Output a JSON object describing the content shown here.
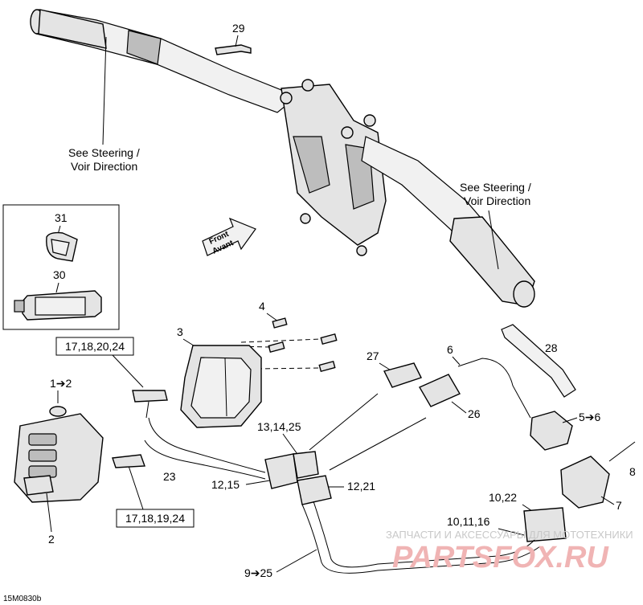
{
  "figure_code": "15M0830b",
  "notes": {
    "steering_left_line1": "See Steering /",
    "steering_left_line2": "Voir Direction",
    "steering_right_line1": "See Steering /",
    "steering_right_line2": "Voir Direction",
    "front_line1": "Front",
    "front_line2": "Avant"
  },
  "callouts": {
    "c29": "29",
    "c31": "31",
    "c30": "30",
    "c4": "4",
    "c3": "3",
    "c28": "28",
    "c6": "6",
    "c27": "27",
    "c26": "26",
    "c1": "1➔2",
    "c2": "2",
    "c13": "13,14,25",
    "c5": "5➔6",
    "c8": "8",
    "c7": "7",
    "c23": "23",
    "c12a": "12,15",
    "c12b": "12,21",
    "c10a": "10,22",
    "c10b": "10,11,16",
    "c9": "9➔25"
  },
  "boxes": {
    "top": "17,18,20,24",
    "bottom": "17,18,19,24"
  },
  "watermark": {
    "line1": "ЗАПЧАСТИ И АКСЕССУАРЫ ДЛЯ МОТОТЕХНИКИ",
    "line2": "PARTSFOX.RU"
  }
}
